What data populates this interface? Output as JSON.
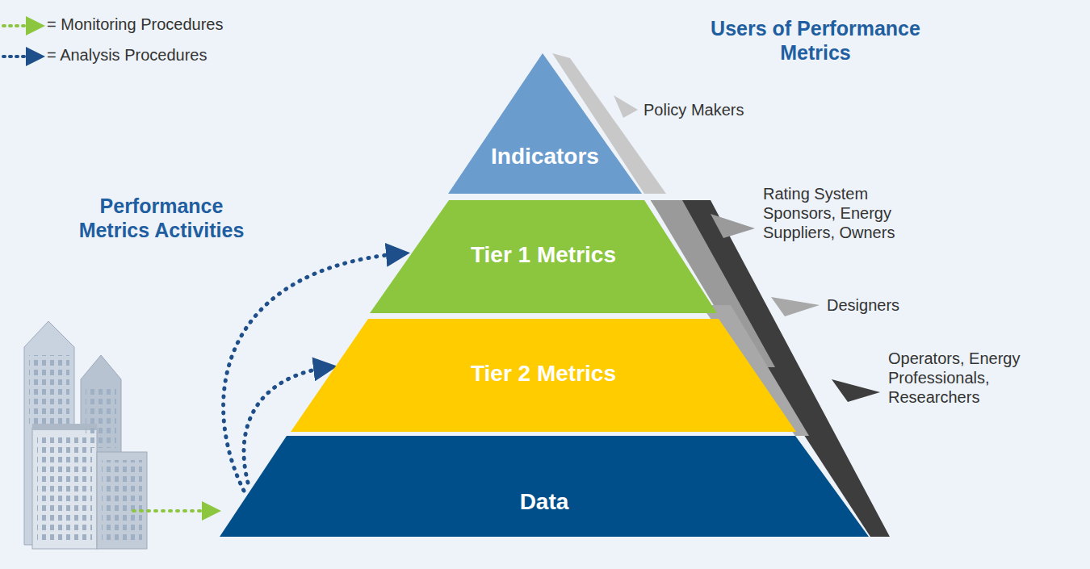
{
  "diagram": {
    "nodes": [
      {
        "text": [
          "Indicators"
        ]
      },
      {
        "text": [
          "Tier 1 Metrics"
        ]
      },
      {
        "text": [
          "Tier 2 Metrics"
        ]
      },
      {
        "text": [
          "Data"
        ]
      }
    ],
    "edges": [
      {
        "from": 3,
        "to": 1,
        "arrow": "to"
      },
      {
        "from": 3,
        "to": 2,
        "arrow": "to"
      }
    ],
    "labels": [
      "Users of Performance Metrics",
      "Policy Makers",
      "Rating System Sponsors, Energy Suppliers, Owners",
      "Designers",
      "Operators, Energy Professionals, Researchers",
      "Performance Metrics Activities"
    ],
    "legend": [
      {
        "text": "= Monitoring Procedures"
      },
      {
        "text": "= Analysis Procedures"
      }
    ]
  }
}
